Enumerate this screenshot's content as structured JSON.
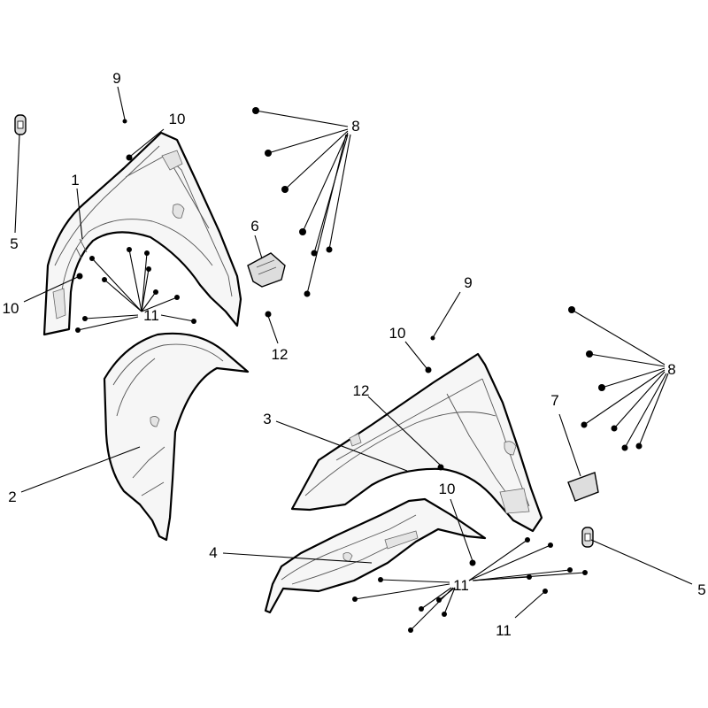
{
  "diagram": {
    "callouts": {
      "c1": "1",
      "c2": "2",
      "c3": "3",
      "c4": "4",
      "c5_left": "5",
      "c5_right": "5",
      "c6": "6",
      "c7": "7",
      "c8_top": "8",
      "c8_right": "8",
      "c9_left": "9",
      "c9_right": "9",
      "c10_top": "10",
      "c10_left": "10",
      "c10_mid": "10",
      "c10_lower": "10",
      "c11_left": "11",
      "c11_right": "11",
      "c11_bottom": "11",
      "c12_mid": "12",
      "c12_right": "12"
    }
  }
}
